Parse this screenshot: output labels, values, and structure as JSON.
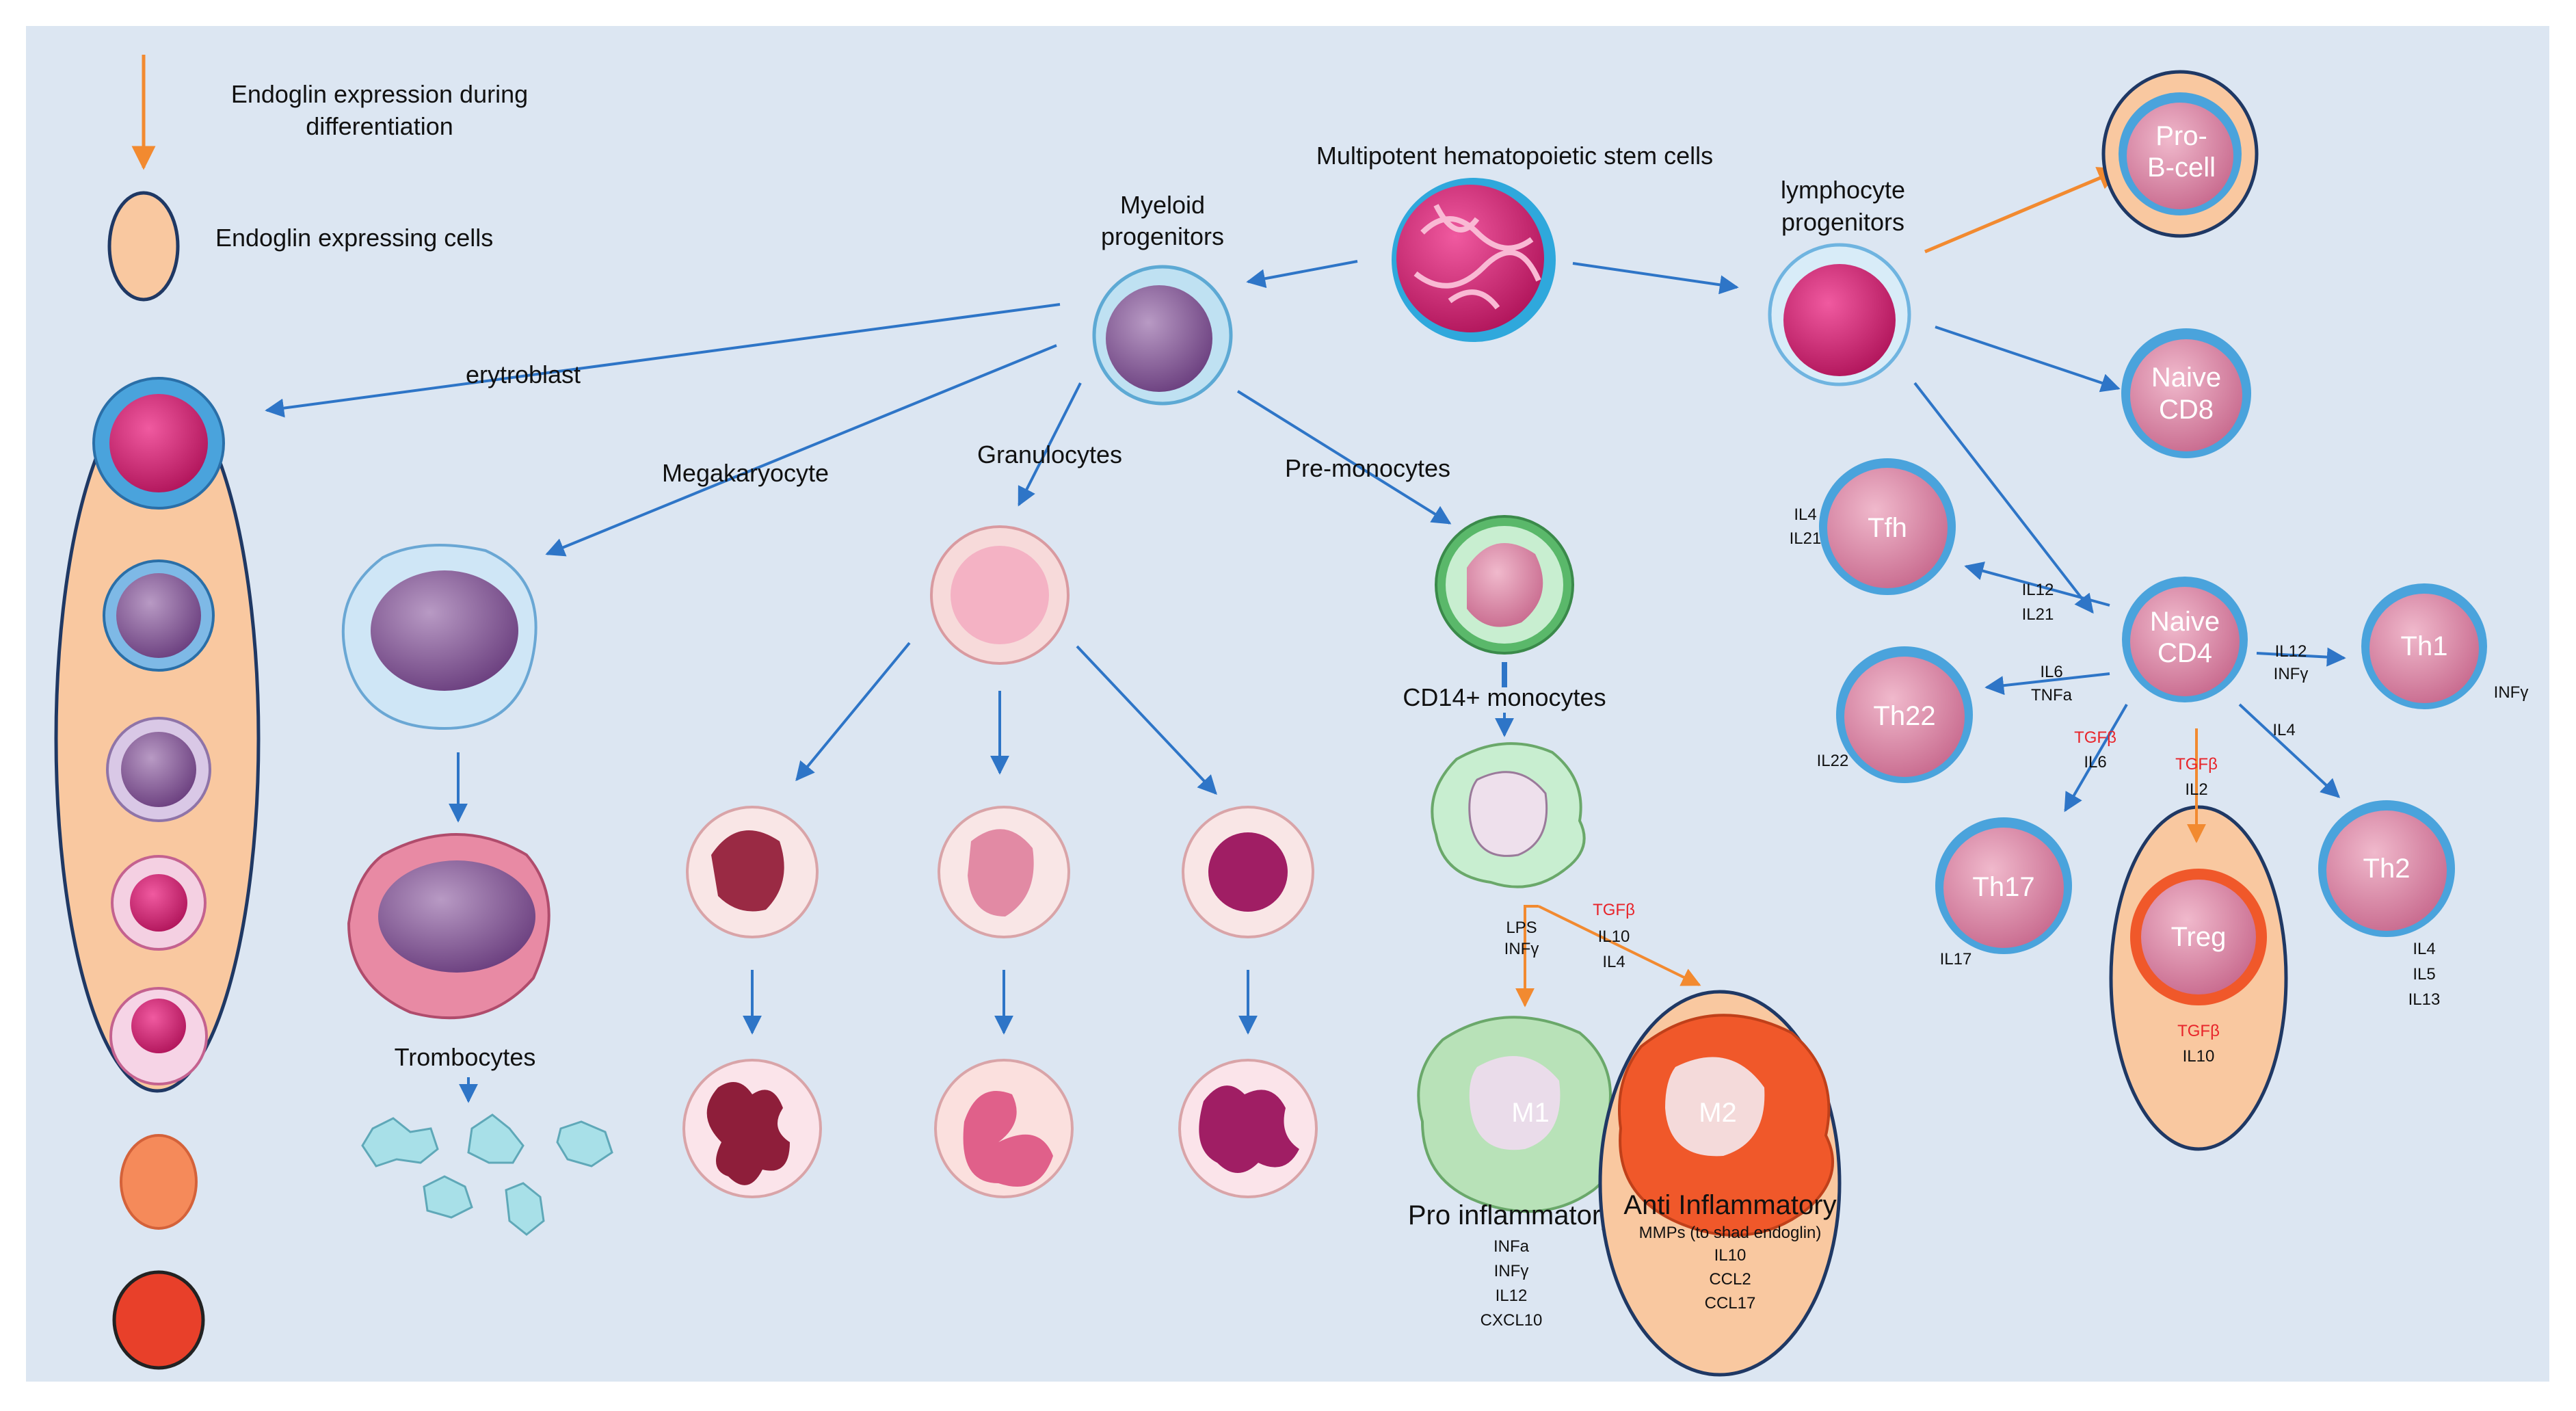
{
  "legend": {
    "arrow_text_line1": "Endoglin expression during",
    "arrow_text_line2": "differentiation",
    "cell_text": "Endoglin expressing cells"
  },
  "stages": {
    "stem": "Multipotent hematopoietic stem cells",
    "myeloid_line1": "Myeloid",
    "myeloid_line2": "progenitors",
    "lymph_line1": "lymphocyte",
    "lymph_line2": "progenitors",
    "erytroblast": "erytroblast",
    "megakaryocyte": "Megakaryocyte",
    "granulocytes": "Granulocytes",
    "premonocytes": "Pre-monocytes",
    "cd14": "CD14+ monocytes",
    "trombocytes": "Trombocytes"
  },
  "cells": {
    "prob_line1": "Pro-",
    "prob_line2": "B-cell",
    "cd8_line1": "Naive",
    "cd8_line2": "CD8",
    "cd4_line1": "Naive",
    "cd4_line2": "CD4",
    "tfh": "Tfh",
    "th1": "Th1",
    "th22": "Th22",
    "th17": "Th17",
    "th2": "Th2",
    "treg": "Treg",
    "m1": "M1",
    "m2": "M2"
  },
  "cytokines": {
    "tfh_side_1": "IL4",
    "tfh_side_2": "IL21",
    "tfh_arrow_1": "IL12",
    "tfh_arrow_2": "IL21",
    "th1_arrow_1": "IL12",
    "th1_arrow_2": "INFγ",
    "th1_side": "INFγ",
    "th22_arrow_1": "IL6",
    "th22_arrow_2": "TNFa",
    "th22_side": "IL22",
    "th17_arrow_1": "TGFβ",
    "th17_arrow_2": "IL6",
    "th17_side": "IL17",
    "treg_arrow_1": "TGFβ",
    "treg_arrow_2": "IL2",
    "treg_side_1": "TGFβ",
    "treg_side_2": "IL10",
    "th2_arrow": "IL4",
    "th2_side_1": "IL4",
    "th2_side_2": "IL5",
    "th2_side_3": "IL13",
    "m1_arrow_1": "LPS",
    "m1_arrow_2": "INFγ",
    "m2_arrow_1": "TGFβ",
    "m2_arrow_2": "IL10",
    "m2_arrow_3": "IL4"
  },
  "macrophages": {
    "pro_title": "Pro inflammatory",
    "pro_1": "INFa",
    "pro_2": "INFγ",
    "pro_3": "IL12",
    "pro_4": "CXCL10",
    "anti_title": "Anti Inflammatory",
    "anti_sub": "MMPs (to shad endoglin)",
    "anti_1": "IL10",
    "anti_2": "CCL2",
    "anti_3": "CCL17"
  },
  "colors": {
    "background": "#dce6f2",
    "endoglin_fill": "#f9c8a0",
    "endoglin_stroke": "#1f3864",
    "arrow_blue": "#2e75c7",
    "arrow_orange": "#f28a30",
    "tgf_red": "#e8242a"
  }
}
